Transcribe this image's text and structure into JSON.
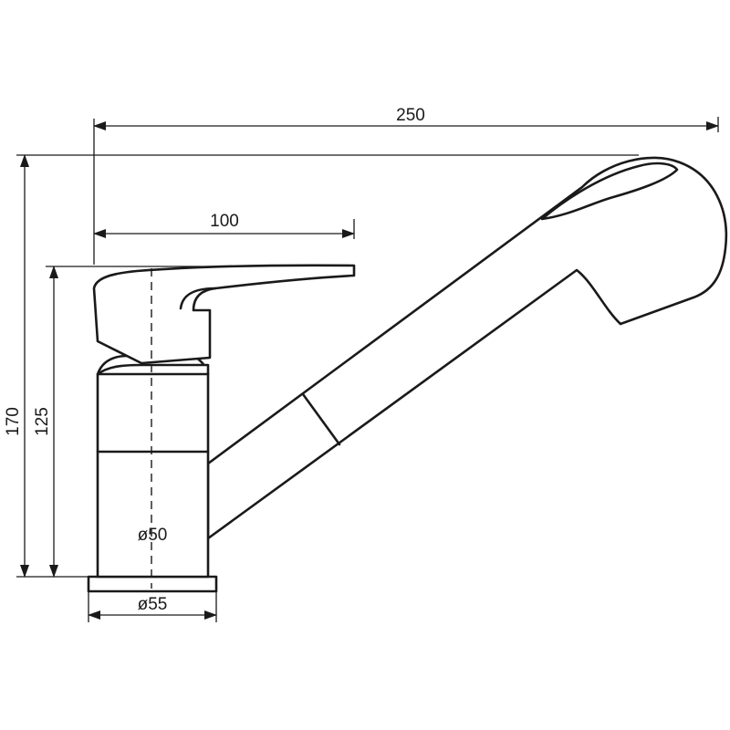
{
  "dimensions": {
    "overall_width": "250",
    "overall_height": "170",
    "handle_reach": "100",
    "body_height": "125",
    "body_diameter": "ø50",
    "base_diameter": "ø55"
  },
  "colors": {
    "line": "#1a1a1a",
    "background": "#ffffff"
  }
}
